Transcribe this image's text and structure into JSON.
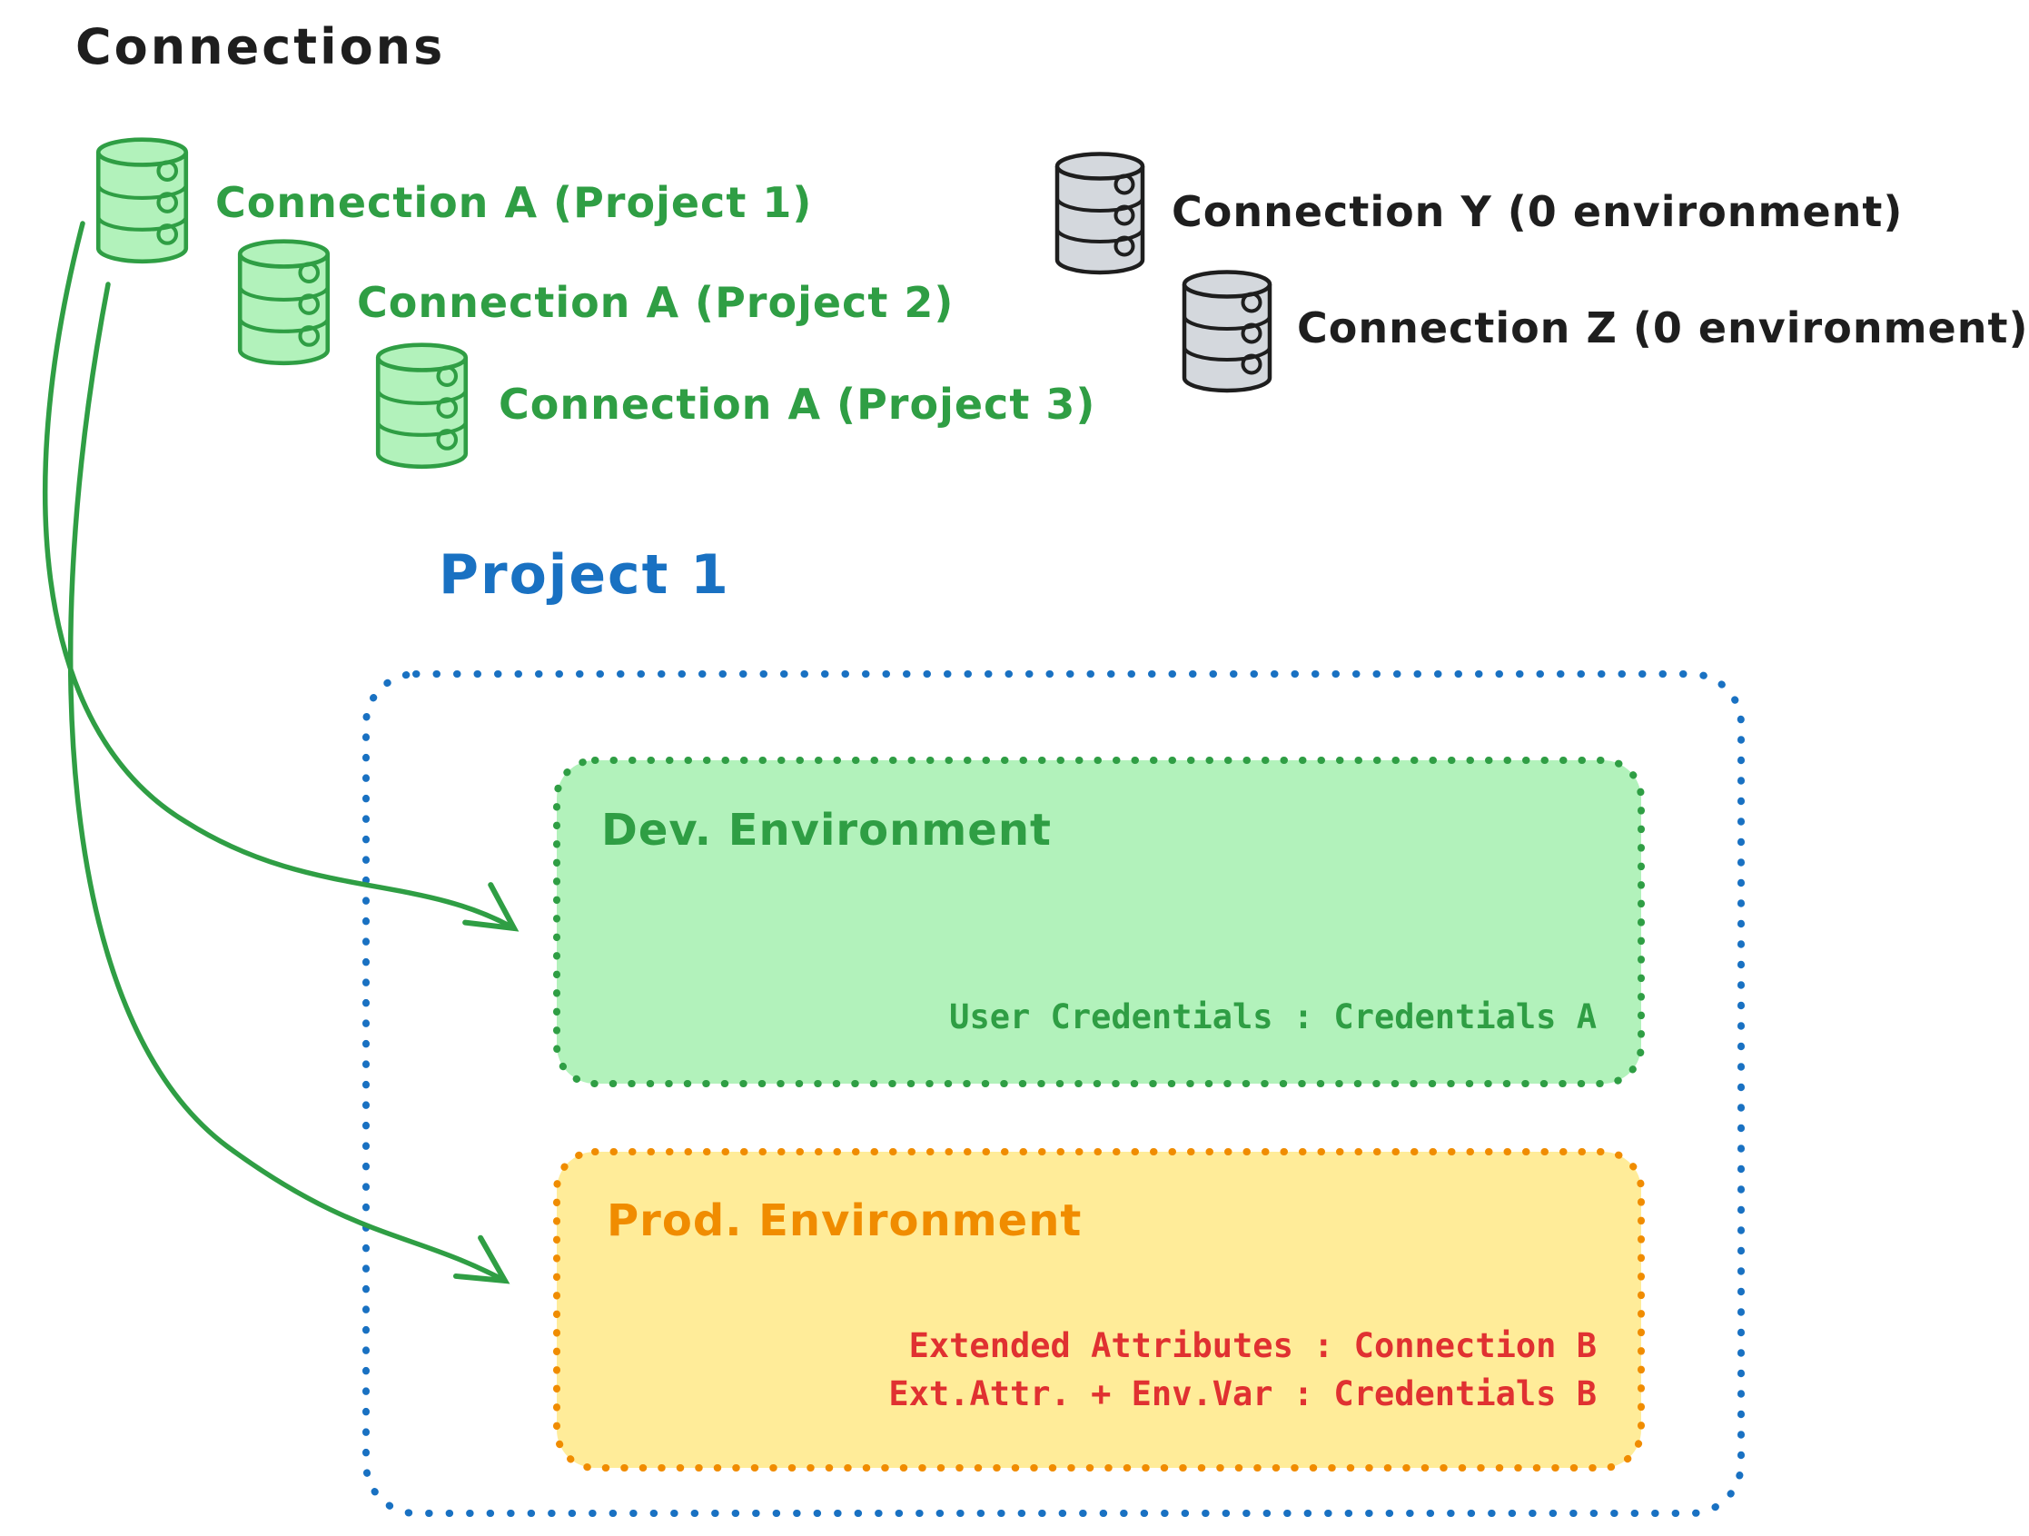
{
  "title": {
    "text": "Connections"
  },
  "green_connections": [
    {
      "icon": "database-icon",
      "label": "Connection A (Project 1)"
    },
    {
      "icon": "database-icon",
      "label": "Connection A (Project 2)"
    },
    {
      "icon": "database-icon",
      "label": "Connection A (Project 3)"
    }
  ],
  "gray_connections": [
    {
      "icon": "database-icon",
      "label": "Connection Y (0 environment)"
    },
    {
      "icon": "database-icon",
      "label": "Connection Z (0 environment)"
    }
  ],
  "project": {
    "title": "Project 1",
    "environments": [
      {
        "name": "Dev. Environment",
        "details": [
          "User Credentials : Credentials A"
        ]
      },
      {
        "name": "Prod. Environment",
        "details": [
          "Extended Attributes : Connection B",
          "Ext.Attr. + Env.Var : Credentials B"
        ]
      }
    ]
  },
  "colors": {
    "text_black": "#1e1e1e",
    "green_stroke": "#2f9e44",
    "green_fill": "#b2f2bb",
    "gray_fill": "#d4d8dd",
    "blue": "#1971c2",
    "orange_stroke": "#f08c00",
    "orange_fill": "#ffec99",
    "red": "#e03131"
  }
}
